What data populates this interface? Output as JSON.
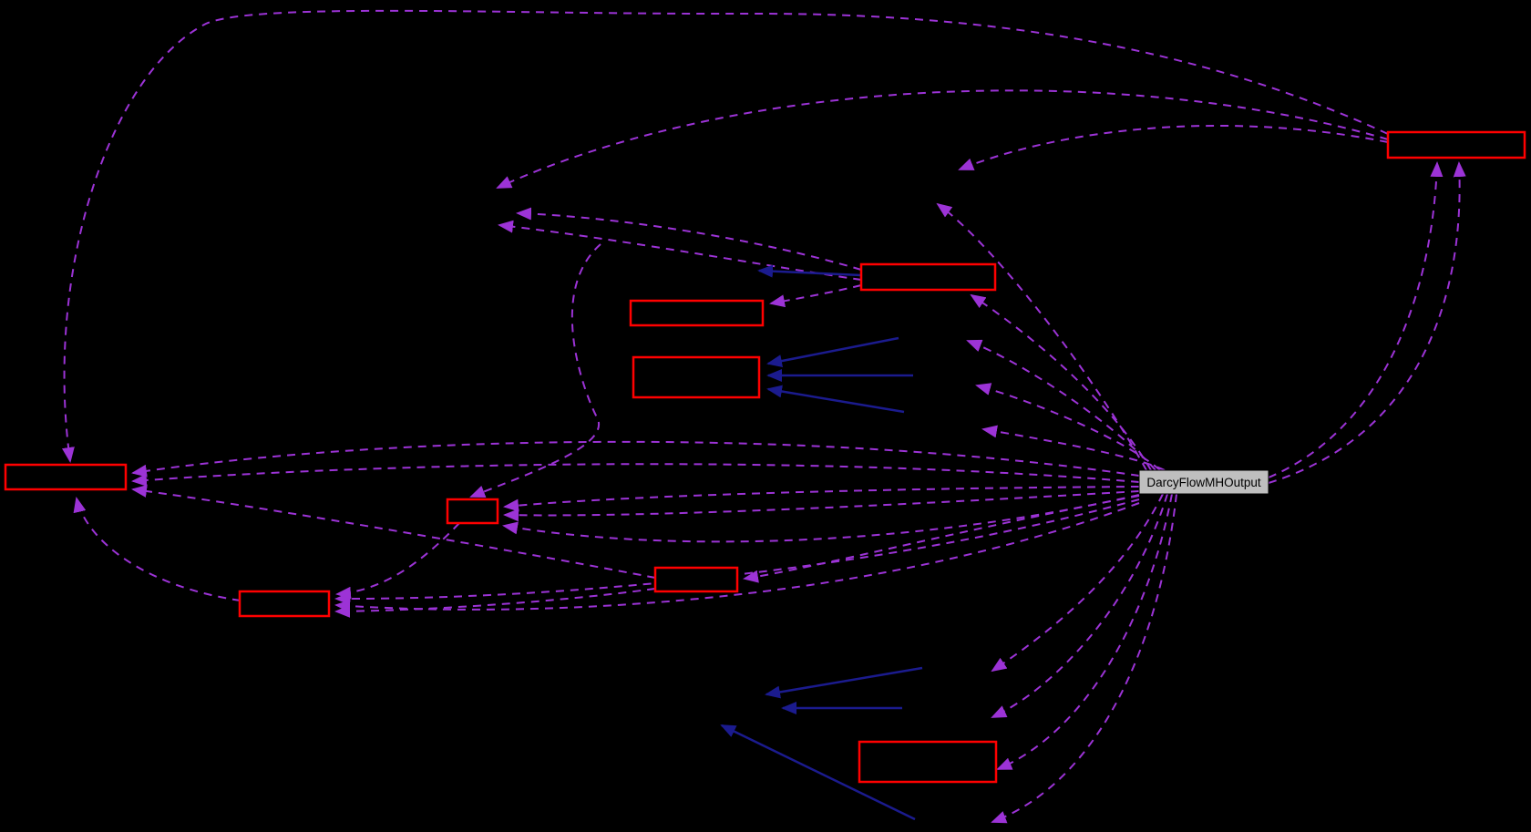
{
  "diagram": {
    "type": "collaboration-graph",
    "background_color": "#000000",
    "main_node": {
      "label": "DarcyFlowMHOutput",
      "fill": "#bfbfbf",
      "text_color": "#000000"
    },
    "node_border_color": "#ff0000",
    "edge_styles": {
      "usage": {
        "color": "#9c33d6",
        "style": "dashed",
        "arrow": "filled-triangle"
      },
      "inheritance": {
        "color": "#1b1b8e",
        "style": "solid",
        "arrow": "filled-triangle"
      }
    },
    "nodes": [
      {
        "id": "node-1",
        "label_visible": false
      },
      {
        "id": "node-2",
        "label_visible": false
      },
      {
        "id": "node-3",
        "label_visible": false
      },
      {
        "id": "node-4",
        "label_visible": false
      },
      {
        "id": "node-5",
        "label_visible": false
      },
      {
        "id": "node-6",
        "label_visible": false
      },
      {
        "id": "node-7",
        "label_visible": false
      },
      {
        "id": "node-8",
        "label_visible": false
      },
      {
        "id": "node-9",
        "label_visible": false
      }
    ],
    "counts": {
      "red_nodes": 9,
      "dashed_edges": 30,
      "solid_edges": 7
    }
  }
}
